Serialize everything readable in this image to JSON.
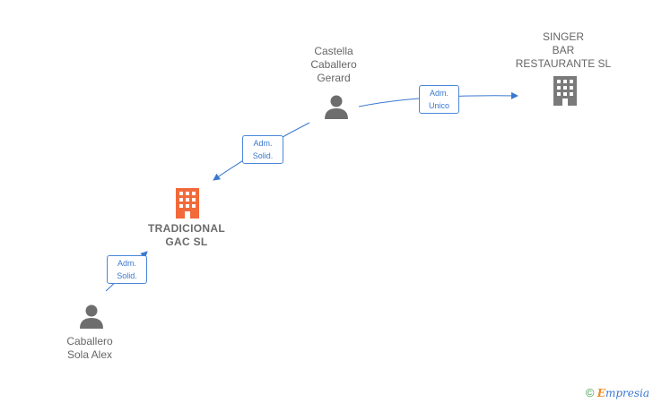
{
  "nodes": {
    "castella": {
      "label": "Castella\nCaballero\nGerard",
      "type": "person"
    },
    "singer": {
      "label": "SINGER\nBAR\nRESTAURANTE SL",
      "type": "company"
    },
    "tradicional": {
      "label": "TRADICIONAL\nGAC  SL",
      "type": "company-main"
    },
    "caballero": {
      "label": "Caballero\nSola Alex",
      "type": "person"
    }
  },
  "edges": {
    "castella_singer": {
      "label": "Adm.\nUnico"
    },
    "castella_tradicional": {
      "label": "Adm.\nSolid."
    },
    "caballero_tradicional": {
      "label": "Adm.\nSolid."
    }
  },
  "colors": {
    "accent": "#f26a3a",
    "edge": "#3a78cf",
    "node_gray": "#6d6d6d"
  },
  "footer": {
    "copyright": "©",
    "brand_e": "E",
    "brand_rest": "mpresia"
  }
}
